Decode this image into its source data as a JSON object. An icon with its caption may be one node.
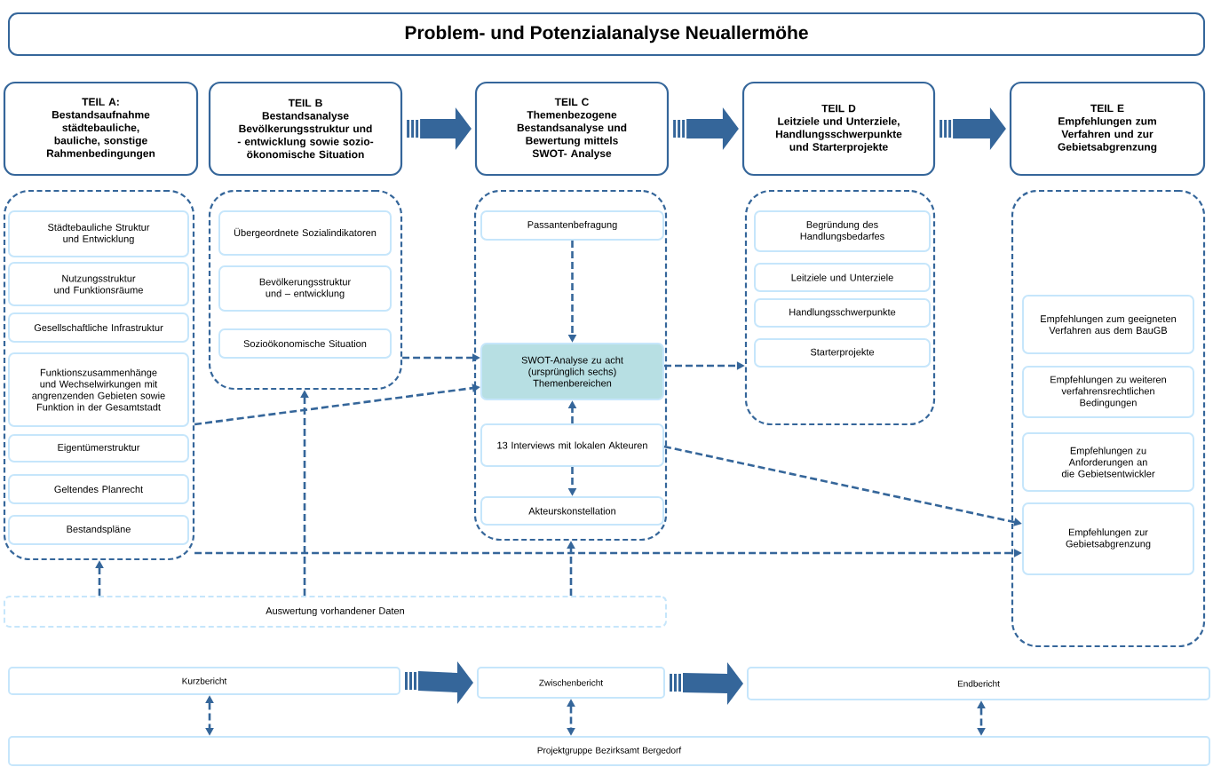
{
  "diagram": {
    "title": "Problem- und Potenzialanalyse Neuallermöhe",
    "nodes": [
      {
        "text": [
          "TEIL A:",
          "Bestandsaufnahme städtebauliche, bauliche, sonstige Rahmenbedingungen"
        ]
      },
      {
        "text": [
          "TEIL B",
          "Bestandsanalyse Bevölkerungsstruktur und - entwicklung sowie sozio- ökonomische Situation"
        ]
      },
      {
        "text": [
          "TEIL C",
          "Themenbezogene Bestandsanalyse und Bewertung mittels SWOT- Analyse"
        ]
      },
      {
        "text": [
          "TEIL D",
          "Leitziele und Unterziele, Handlungsschwerpunkte und Starterprojekte"
        ]
      },
      {
        "text": [
          "TEIL E",
          "Empfehlungen zum Verfahren und zur Gebietsabgrenzung"
        ]
      },
      {
        "text": [],
        "shape": "box"
      },
      {
        "text": [
          "Städtebauliche Struktur und Entwicklung"
        ],
        "in": 5
      },
      {
        "text": [
          "Nutzungsstruktur und Funktionsräume"
        ],
        "in": 5
      },
      {
        "text": [
          "Gesellschaftliche Infrastruktur"
        ],
        "in": 5
      },
      {
        "text": [
          "Funktionszusammenhänge und Wechselwirkungen mit angrenzenden Gebieten sowie Funktion in der Gesamtstadt"
        ],
        "in": 5
      },
      {
        "text": [
          "Eigentümerstruktur"
        ],
        "in": 5
      },
      {
        "text": [
          "Geltendes Planrecht"
        ],
        "in": 5
      },
      {
        "text": [
          "Bestandspläne"
        ],
        "in": 5
      },
      {
        "text": [],
        "shape": "box"
      },
      {
        "text": [
          "Übergeordnete Sozialindikatoren"
        ],
        "in": 13
      },
      {
        "text": [
          "Bevölkerungsstruktur und – entwicklung"
        ],
        "in": 13
      },
      {
        "text": [
          "Sozioökonomische Situation"
        ],
        "in": 13
      },
      {
        "text": [],
        "shape": "box"
      },
      {
        "text": [
          "Passantenbefragung"
        ],
        "in": 17
      },
      {
        "text": [
          "SWOT-Analyse zu acht (ursprünglich sechs) Themenbereichen"
        ],
        "in": 17
      },
      {
        "text": [
          "13 Interviews mit lokalen Akteuren"
        ],
        "in": 17
      },
      {
        "text": [
          "Akteurskonstellation"
        ],
        "in": 17
      },
      {
        "text": [],
        "shape": "box"
      },
      {
        "text": [
          "Begründung des Handlungsbedarfes"
        ],
        "in": 22
      },
      {
        "text": [
          "Leitziele und Unterziele"
        ],
        "in": 22
      },
      {
        "text": [
          "Handlungsschwerpunkte"
        ],
        "in": 22
      },
      {
        "text": [
          "Starterprojekte"
        ],
        "in": 22
      },
      {
        "text": [],
        "shape": "box"
      },
      {
        "text": [
          "Empfehlungen zum geeigneten Verfahren aus dem BauGB"
        ],
        "in": 27
      },
      {
        "text": [
          "Empfehlungen zu weiteren verfahrensrechtlichen Bedingungen"
        ],
        "in": 27
      },
      {
        "text": [
          "Empfehlungen zu Anforderungen an die Gebietsentwickler"
        ],
        "in": 27
      },
      {
        "text": [
          "Empfehlungen zur Gebietsabgrenzung"
        ],
        "in": 27
      },
      {
        "text": [
          "Auswertung vorhandener Daten"
        ]
      },
      {
        "text": [
          "Kurzbericht"
        ]
      },
      {
        "text": [
          "Zwischenbericht"
        ]
      },
      {
        "text": [
          "Endbericht"
        ]
      },
      {
        "text": [
          "Projektgruppe Bezirksamt Bergedorf"
        ]
      }
    ],
    "edges": [
      {
        "from": 1,
        "to": 2,
        "arrow": "to",
        "style": "thick"
      },
      {
        "from": 2,
        "to": 3,
        "arrow": "to",
        "style": "thick"
      },
      {
        "from": 3,
        "to": 4,
        "arrow": "to",
        "style": "thick"
      },
      {
        "from": 18,
        "to": 19,
        "arrow": "to",
        "style": "dashed"
      },
      {
        "from": 13,
        "to": 19,
        "arrow": "to",
        "style": "dashed"
      },
      {
        "from": 5,
        "to": 19,
        "arrow": "to",
        "style": "dashed"
      },
      {
        "from": 19,
        "to": 22,
        "arrow": "to",
        "style": "dashed"
      },
      {
        "from": 20,
        "to": 19,
        "arrow": "to",
        "style": "dashed"
      },
      {
        "from": 20,
        "to": 21,
        "arrow": "to",
        "style": "dashed"
      },
      {
        "from": 20,
        "to": 31,
        "arrow": "to",
        "style": "dashed"
      },
      {
        "from": 5,
        "to": 31,
        "arrow": "to",
        "style": "dashed"
      },
      {
        "from": 32,
        "to": 5,
        "arrow": "to",
        "style": "dashed"
      },
      {
        "from": 32,
        "to": 13,
        "arrow": "to",
        "style": "dashed"
      },
      {
        "from": 32,
        "to": 17,
        "arrow": "to",
        "style": "dashed"
      },
      {
        "from": 33,
        "to": 34,
        "arrow": "to",
        "style": "thick"
      },
      {
        "from": 34,
        "to": 35,
        "arrow": "to",
        "style": "thick"
      },
      {
        "from": 33,
        "to": 36,
        "arrow": "both",
        "style": "dashed"
      },
      {
        "from": 34,
        "to": 36,
        "arrow": "both",
        "style": "dashed"
      },
      {
        "from": 35,
        "to": 36,
        "arrow": "both",
        "style": "dashed"
      }
    ]
  }
}
